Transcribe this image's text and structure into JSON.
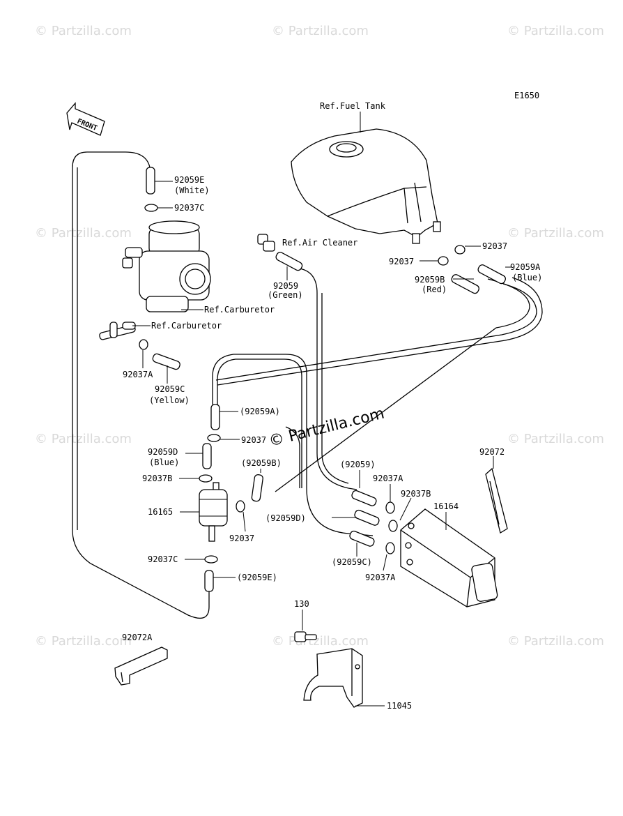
{
  "diagram_code": "E1650",
  "front_label": "FRONT",
  "watermark": "© Partzilla.com",
  "center_watermark": "© Partzilla.com",
  "labels": {
    "ref_fuel_tank": "Ref.Fuel Tank",
    "ref_air_cleaner": "Ref.Air Cleaner",
    "ref_carburetor_1": "Ref.Carburetor",
    "ref_carburetor_2": "Ref.Carburetor",
    "p92059E_top": "92059E",
    "p92059E_top_color": "(White)",
    "p92037C_top": "92037C",
    "p92037_tank": "92037",
    "p92037_left_tank": "92037",
    "p92059A_tank": "92059A",
    "p92059A_tank_color": "(Blue)",
    "p92059B_tank": "92059B",
    "p92059B_tank_color": "(Red)",
    "p92059_air": "92059",
    "p92059_air_color": "(Green)",
    "p92037A_left": "92037A",
    "p92059C_left": "92059C",
    "p92059C_left_color": "(Yellow)",
    "p92059A_ref": "(92059A)",
    "p92037_mid": "92037",
    "p92059D_left": "92059D",
    "p92059D_left_color": "(Blue)",
    "p92059B_ref": "(92059B)",
    "p92037B_left": "92037B",
    "p16165": "16165",
    "p92037_low": "92037",
    "p92037C_low": "92037C",
    "p92059E_ref": "(92059E)",
    "p92059_ref": "(92059)",
    "p92037A_right": "92037A",
    "p92037B_right": "92037B",
    "p16164": "16164",
    "p92059D_ref": "(92059D)",
    "p92059C_ref": "(92059C)",
    "p92037A_right_low": "92037A",
    "p92072": "92072",
    "p92072A": "92072A",
    "p130": "130",
    "p11045": "11045"
  }
}
